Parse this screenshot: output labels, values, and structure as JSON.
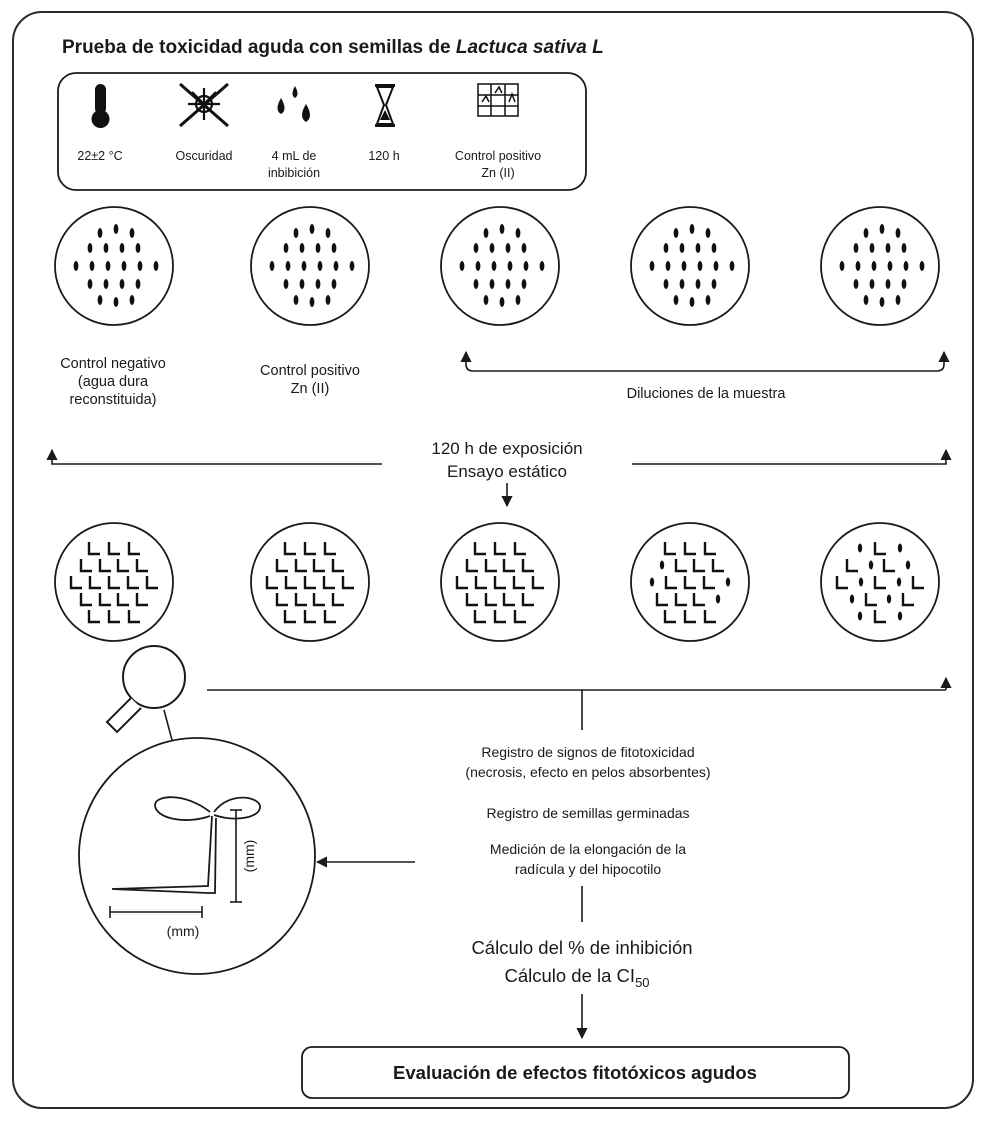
{
  "title": {
    "prefix": "Prueba de toxicidad aguda con semillas de ",
    "species": "Lactuca sativa L"
  },
  "conditions": [
    {
      "icon": "thermometer-icon",
      "line1": "22±2 °C",
      "line2": ""
    },
    {
      "icon": "darkness-icon",
      "line1": "Oscuridad",
      "line2": ""
    },
    {
      "icon": "droplets-icon",
      "line1": "4 mL de",
      "line2": "inbibición"
    },
    {
      "icon": "hourglass-icon",
      "line1": "120 h",
      "line2": ""
    },
    {
      "icon": "seedling-grid-icon",
      "line1": "Control positivo",
      "line2": "Zn (II)"
    }
  ],
  "plate_labels": {
    "negative": [
      "Control negativo",
      "(agua dura",
      "reconstituida)"
    ],
    "positive": [
      "Control positivo",
      "Zn (II)"
    ],
    "dilutions": "Diluciones de la muestra"
  },
  "exposure": [
    "120 h de exposición",
    "Ensayo estático"
  ],
  "records": [
    "Registro de signos de fitotoxicidad",
    "(necrosis, efecto en pelos absorbentes)",
    "Registro de semillas germinadas",
    "Medición de la elongación de la",
    "radícula y del hipocotilo"
  ],
  "measure_unit": "(mm)",
  "calculations": {
    "line1": "Cálculo del % de inhibición",
    "line2_prefix": "Cálculo de la CI",
    "line2_sub": "50"
  },
  "final_box": "Evaluación de efectos fitotóxicos agudos"
}
